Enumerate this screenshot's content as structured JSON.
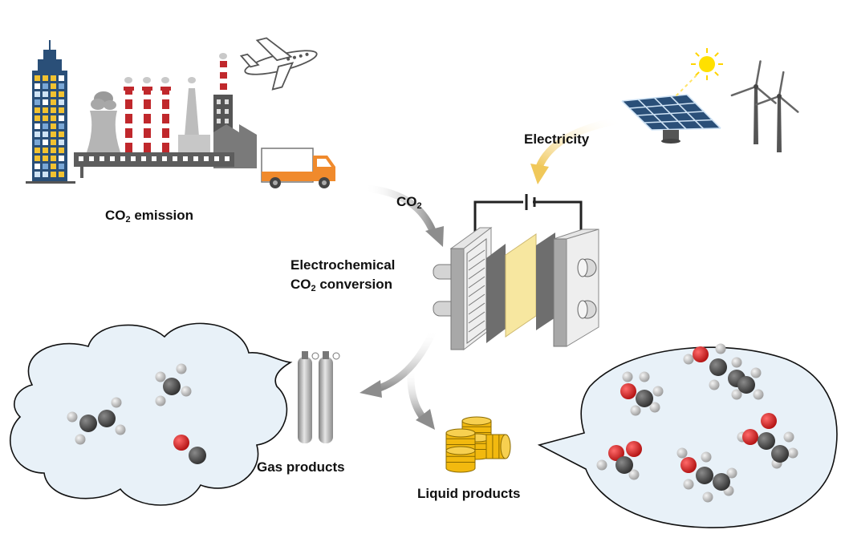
{
  "labels": {
    "co2_emission": {
      "main": "CO",
      "sub": "2",
      "rest": " emission"
    },
    "co2_arrow": {
      "main": "CO",
      "sub": "2"
    },
    "electricity": "Electricity",
    "conversion_line1": "Electrochemical",
    "conversion_line2": {
      "main": "CO",
      "sub": "2",
      "rest": " conversion"
    },
    "gas_products": "Gas products",
    "liquid_products": "Liquid products"
  },
  "colors": {
    "carbon": "#444444",
    "hydrogen": "#c8c8c8",
    "oxygen": "#d42020",
    "arrow_gray": "#9a9a9a",
    "arrow_yellow": "#f3d27a",
    "truck": "#f08a2c",
    "building_yellow": "#f2c230",
    "building_blue": "#2a4f78",
    "chimney_red": "#c0282c",
    "membrane": "#f7e7a0",
    "bubble_fill": "#e8f1f8",
    "barrel": "#f2b90f",
    "sun": "#ffe000"
  },
  "icons": [
    "factory-icon",
    "airplane-icon",
    "truck-icon",
    "building-icon",
    "solar-panel-icon",
    "wind-turbine-icon",
    "sun-icon",
    "battery-icon",
    "gas-cylinder-icon",
    "barrel-icon"
  ]
}
